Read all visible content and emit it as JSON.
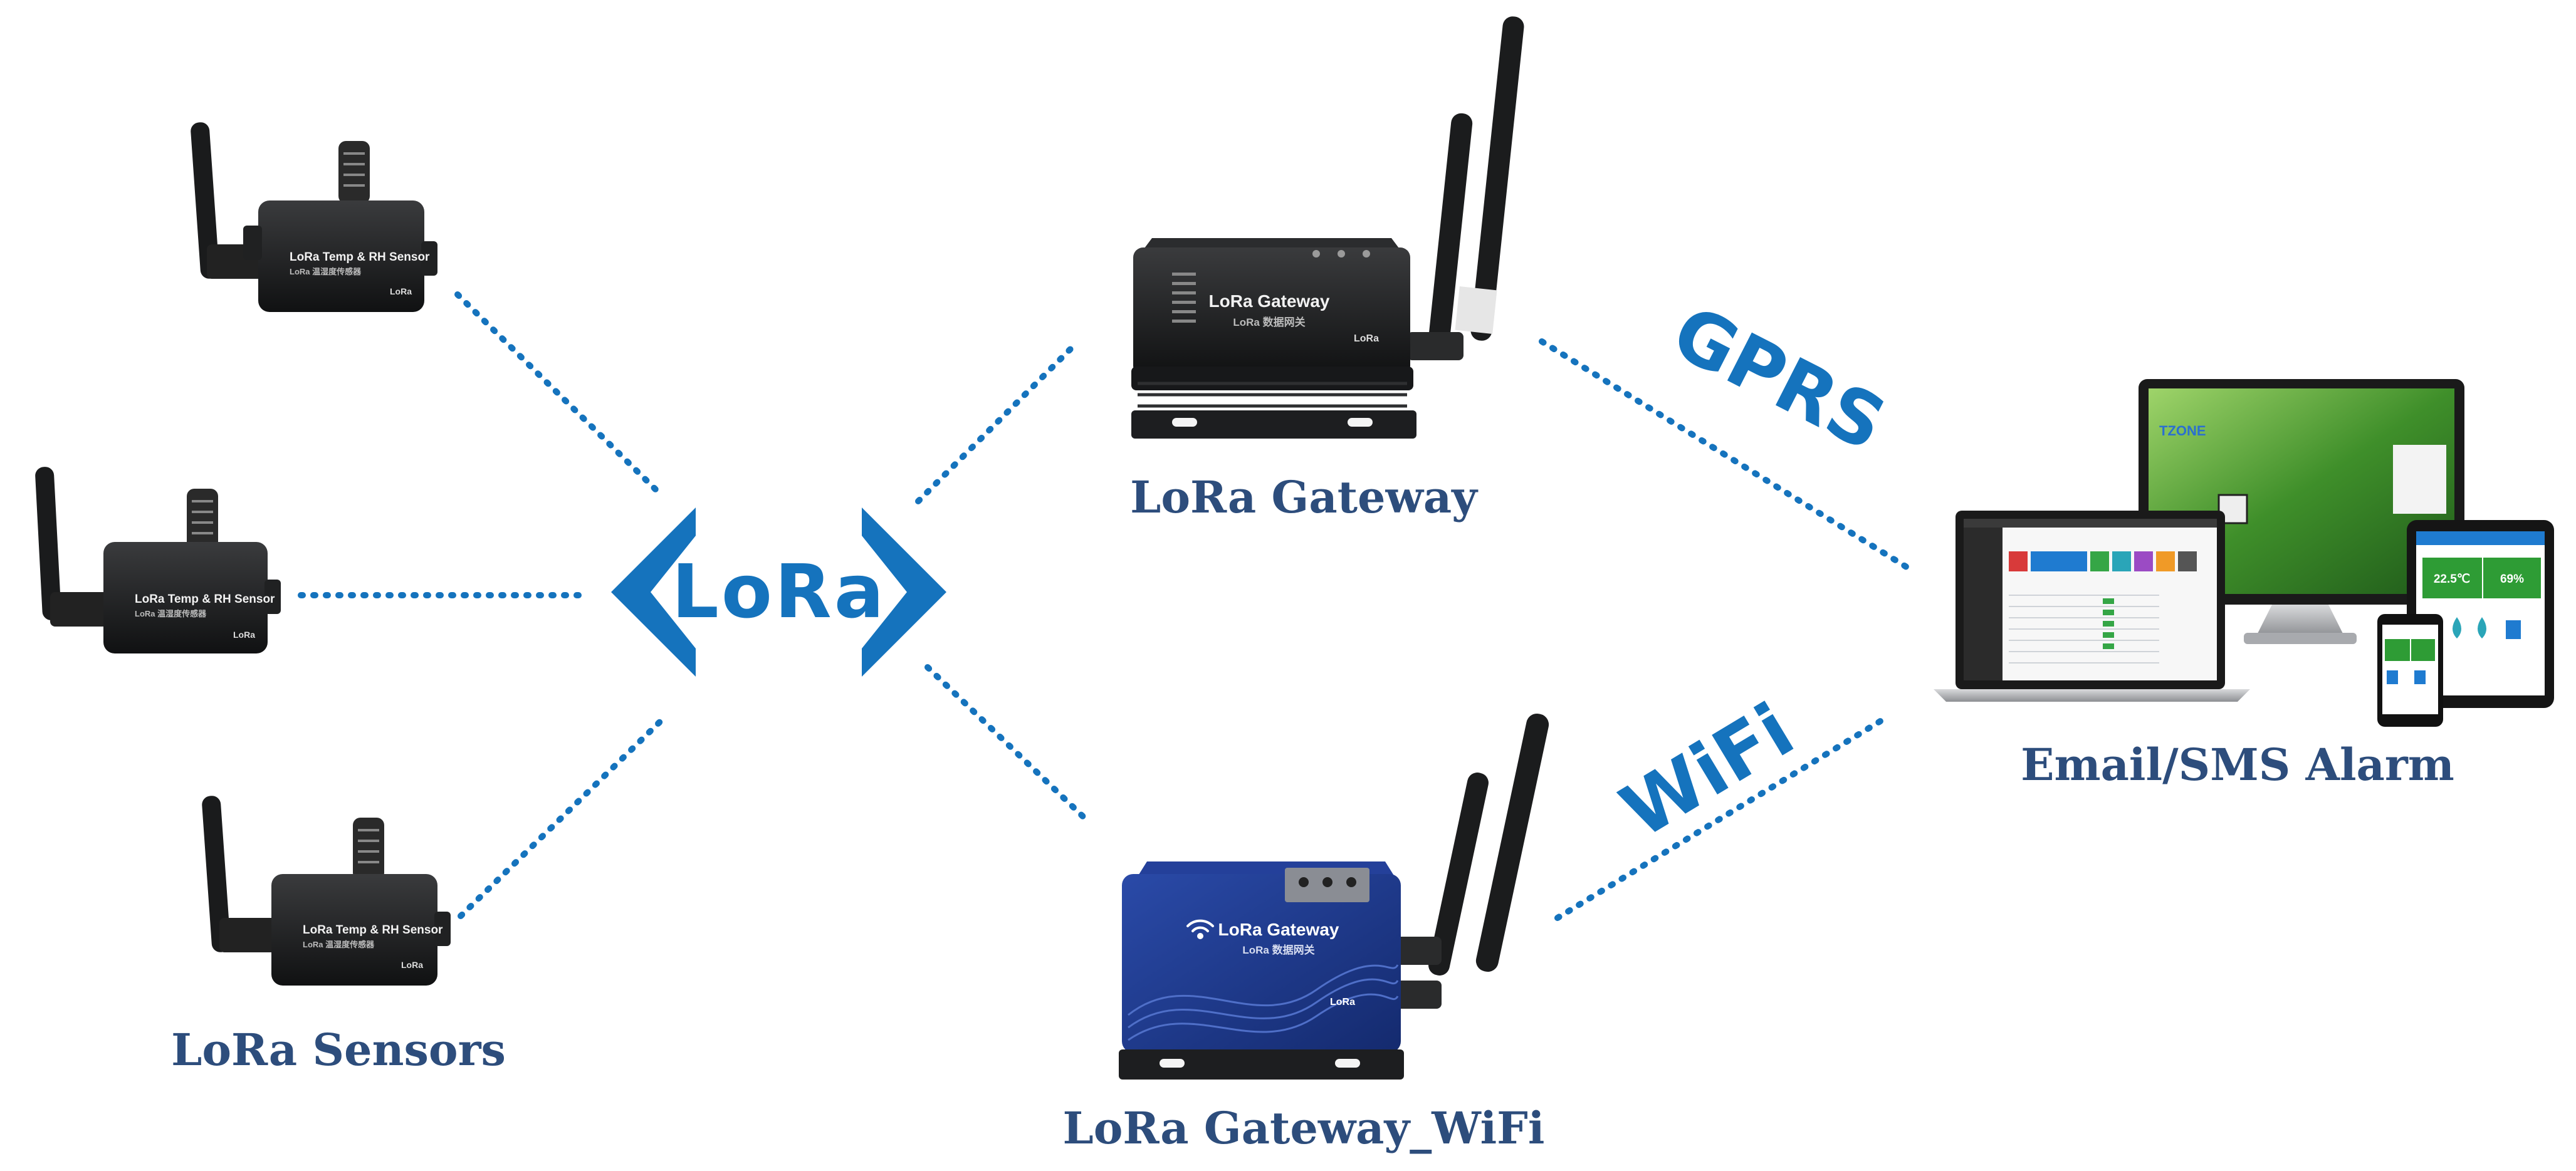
{
  "colors": {
    "accent": "#1573bd",
    "caption": "#2d4d7c",
    "device_black": "#1c1d1e",
    "gateway_blue": "#1f3a8e",
    "screen_green": "#2e9c35"
  },
  "center_tag": {
    "label": "LoRa"
  },
  "links": {
    "gprs_label": "GPRS",
    "wifi_label": "WiFi"
  },
  "sensors": {
    "caption": "LoRa Sensors",
    "device_label": "LoRa Temp & RH Sensor",
    "device_sublabel": "LoRa 温湿度传感器",
    "brand": "LoRa"
  },
  "gateway": {
    "caption": "LoRa Gateway",
    "device_label": "LoRa Gateway",
    "device_sublabel": "LoRa 数据网关",
    "brand": "LoRa"
  },
  "gateway_wifi": {
    "caption": "LoRa Gateway_WiFi",
    "device_label": "LoRa Gateway",
    "device_sublabel": "LoRa 数据网关",
    "brand": "LoRa"
  },
  "alarm": {
    "caption": "Email/SMS Alarm",
    "monitor_logo": "TZONE",
    "tablet_temp": "22.5℃",
    "tablet_rh": "69%"
  },
  "icons": {
    "antenna": "antenna-icon",
    "wifi": "wifi-icon",
    "droplet": "droplet-icon"
  }
}
